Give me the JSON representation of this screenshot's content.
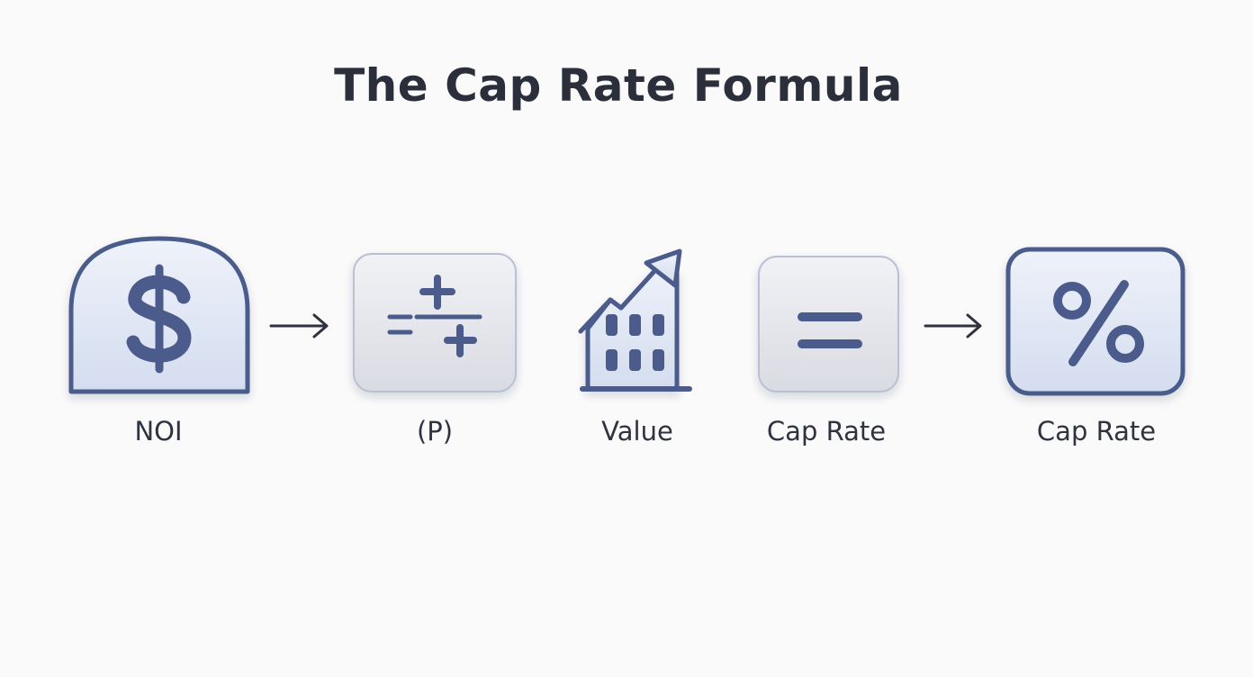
{
  "title": "The Cap Rate Formula",
  "steps": [
    {
      "label": "NOI",
      "icon": "dollar-sign-icon"
    },
    {
      "label": "(P)",
      "icon": "math-operators-icon"
    },
    {
      "label": "Value",
      "icon": "rising-building-icon"
    },
    {
      "label": "Cap Rate",
      "icon": "equals-icon"
    },
    {
      "label": "Cap Rate",
      "icon": "percent-icon"
    }
  ],
  "connectors": [
    "arrow-right-icon",
    "arrow-right-icon"
  ],
  "colors": {
    "icon_stroke": "#4a5b8c",
    "icon_fill_light": "#e2e8f5",
    "tile_gray": "#e4e5ea",
    "text_dark": "#2b2f3b",
    "background": "#fafafb"
  }
}
